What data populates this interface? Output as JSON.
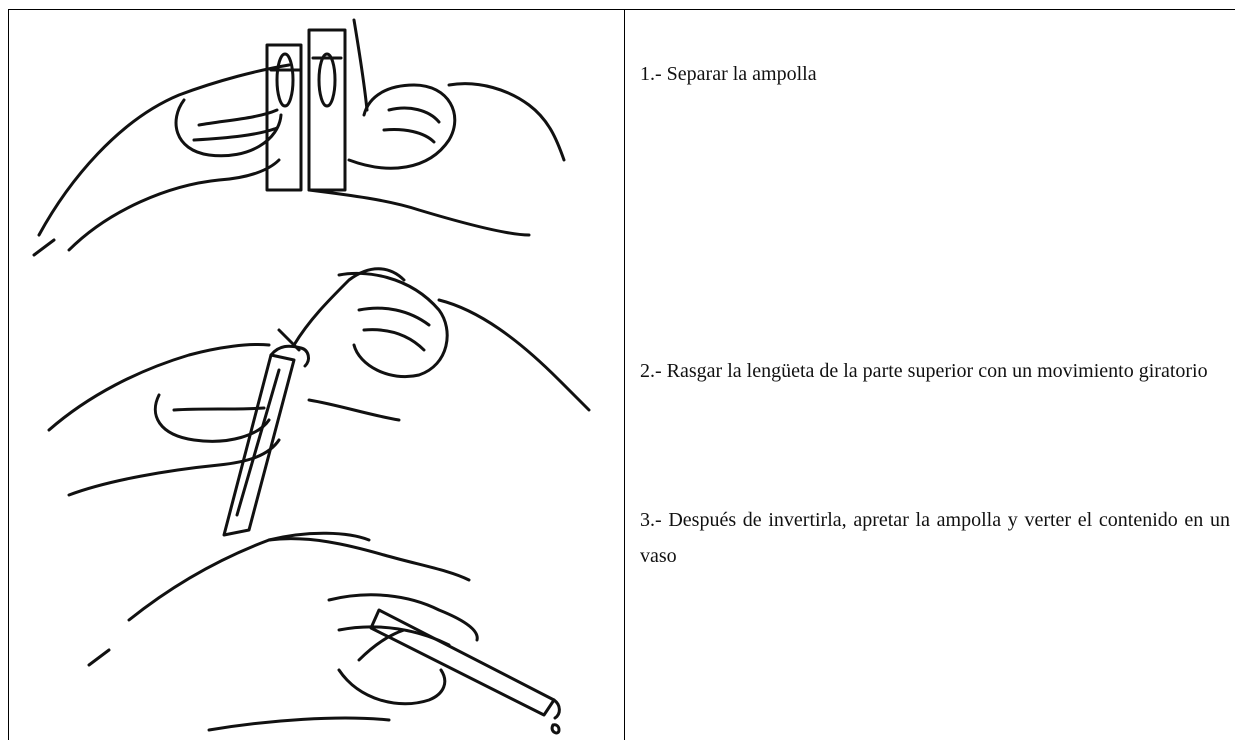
{
  "steps": [
    {
      "text": "1.- Separar la ampolla"
    },
    {
      "text": "2.- Rasgar la lengüeta de la parte superior con un movimiento giratorio"
    },
    {
      "text": "3.- Después de invertirla, apretar la ampolla y verter el contenido en un vaso"
    }
  ],
  "illustrations": [
    {
      "icon": "hands-separating-ampoules-icon"
    },
    {
      "icon": "hands-tearing-ampoule-tab-icon"
    },
    {
      "icon": "hand-squeezing-ampoule-icon"
    }
  ]
}
